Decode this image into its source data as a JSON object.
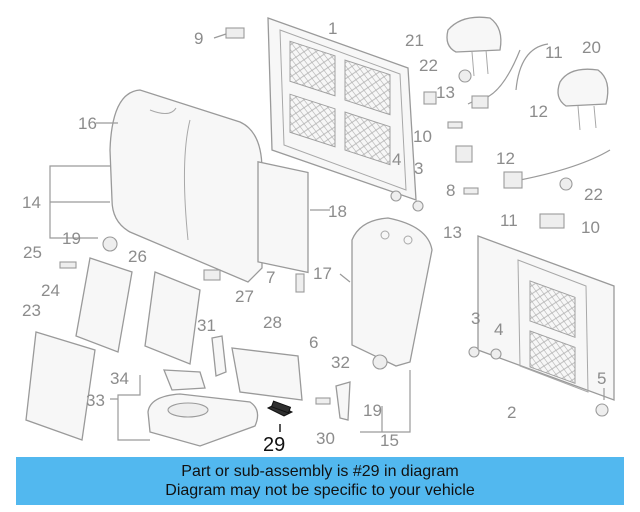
{
  "diagram": {
    "callouts": [
      "1",
      "2",
      "3",
      "3",
      "4",
      "4",
      "5",
      "6",
      "7",
      "8",
      "9",
      "10",
      "10",
      "11",
      "11",
      "12",
      "12",
      "13",
      "13",
      "14",
      "15",
      "16",
      "17",
      "18",
      "19",
      "19",
      "20",
      "21",
      "22",
      "22",
      "23",
      "24",
      "25",
      "26",
      "27",
      "28",
      "29",
      "30",
      "31",
      "32",
      "33",
      "34"
    ],
    "highlighted_part": "29"
  },
  "banner": {
    "line1": "Part or sub-assembly is #29 in diagram",
    "line2": "Diagram may not be specific to your vehicle",
    "color": "#52b8ef"
  }
}
